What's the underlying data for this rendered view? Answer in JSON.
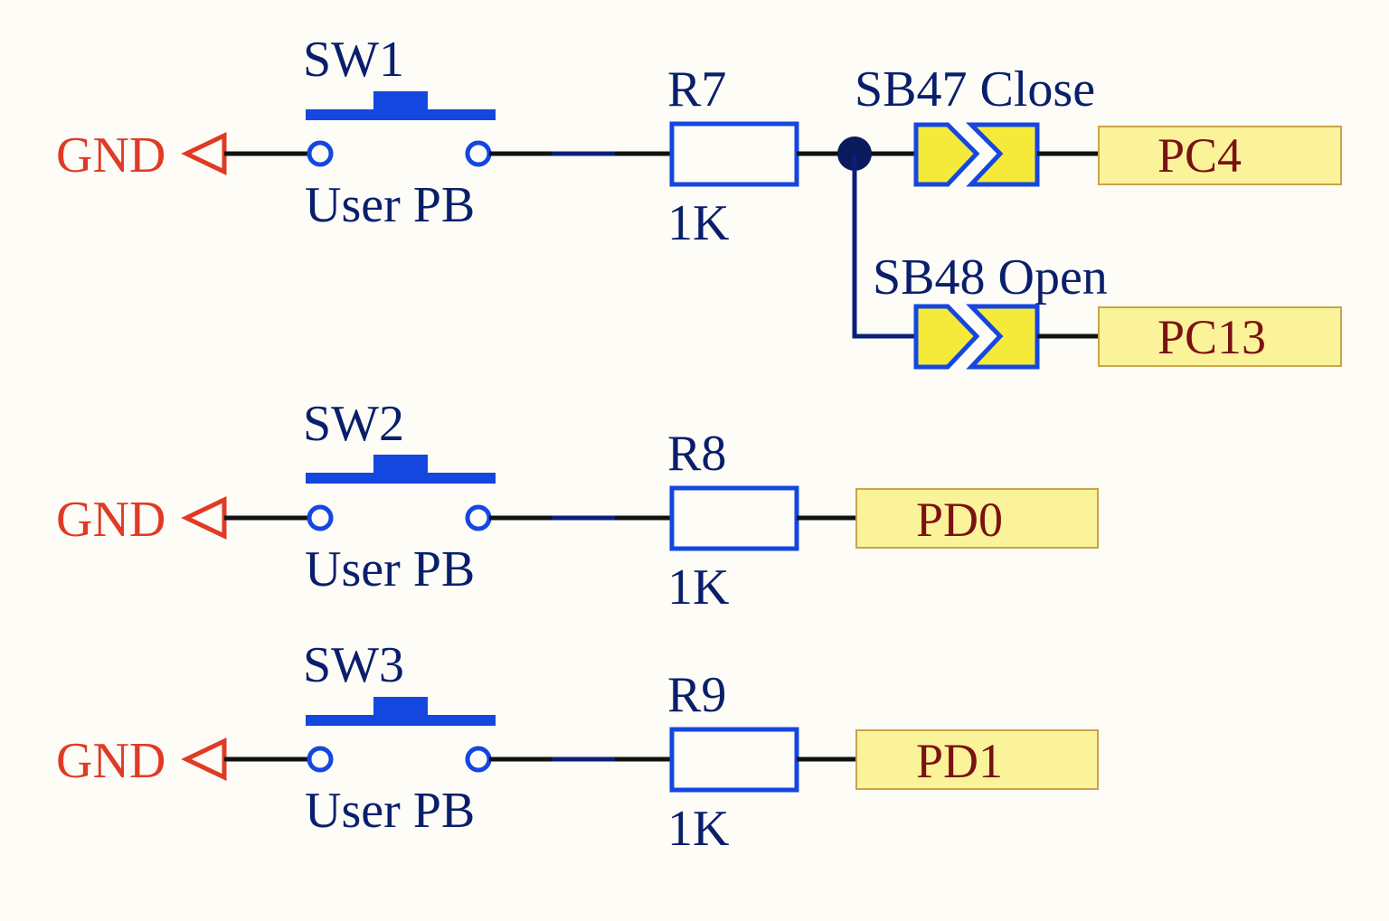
{
  "gnd_label": "GND",
  "rows": [
    {
      "switch": "SW1",
      "switch_value": "User PB",
      "resistor": "R7",
      "resistor_value": "1K"
    },
    {
      "switch": "SW2",
      "switch_value": "User PB",
      "resistor": "R8",
      "resistor_value": "1K",
      "port": "PD0"
    },
    {
      "switch": "SW3",
      "switch_value": "User PB",
      "resistor": "R9",
      "resistor_value": "1K",
      "port": "PD1"
    }
  ],
  "solder_bridges": [
    {
      "label": "SB47 Close",
      "port": "PC4"
    },
    {
      "label": "SB48 Open",
      "port": "PC13"
    }
  ],
  "colors": {
    "component_outline": "#1447e0",
    "text": "#0a1f6b",
    "gnd": "#e03a25",
    "port_fill": "#fbf39a",
    "port_text": "#7a1212",
    "jumper_fill": "#f5ea3a"
  }
}
